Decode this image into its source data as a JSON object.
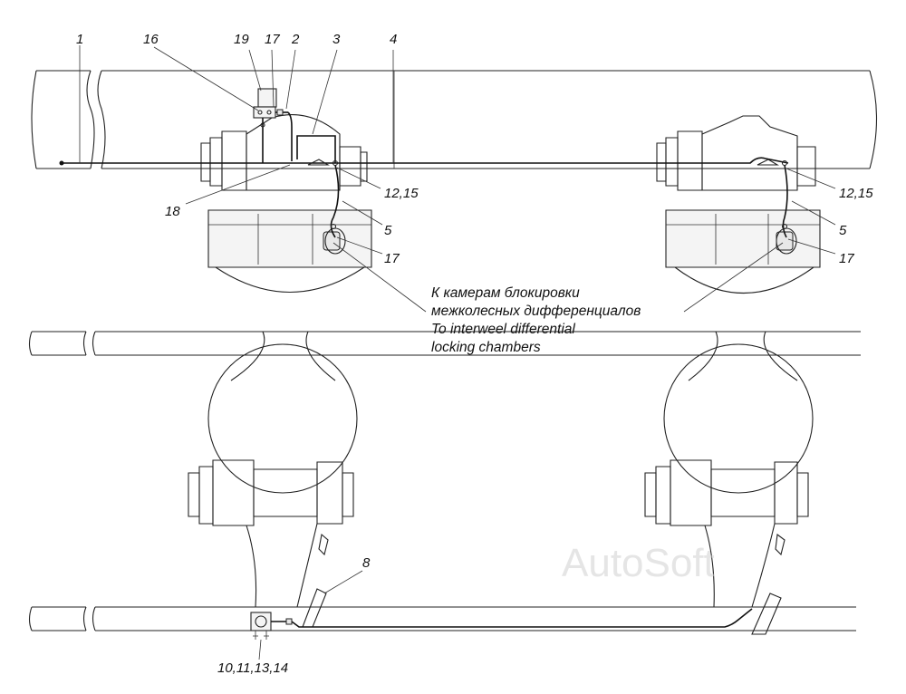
{
  "callouts": {
    "c1": "1",
    "c16": "16",
    "c19": "19",
    "c17a": "17",
    "c2": "2",
    "c3": "3",
    "c4": "4",
    "c18": "18",
    "c1215a": "12,15",
    "c5a": "5",
    "c17b": "17",
    "c1215b": "12,15",
    "c5b": "5",
    "c17c": "17",
    "c8": "8",
    "c10": "10,11,13,14"
  },
  "note": {
    "line1": "К камерам блокировки",
    "line2": "межколесных дифференциалов",
    "line3": "To interweel differential",
    "line4": "locking chambers"
  },
  "watermark": "AutoSoft"
}
